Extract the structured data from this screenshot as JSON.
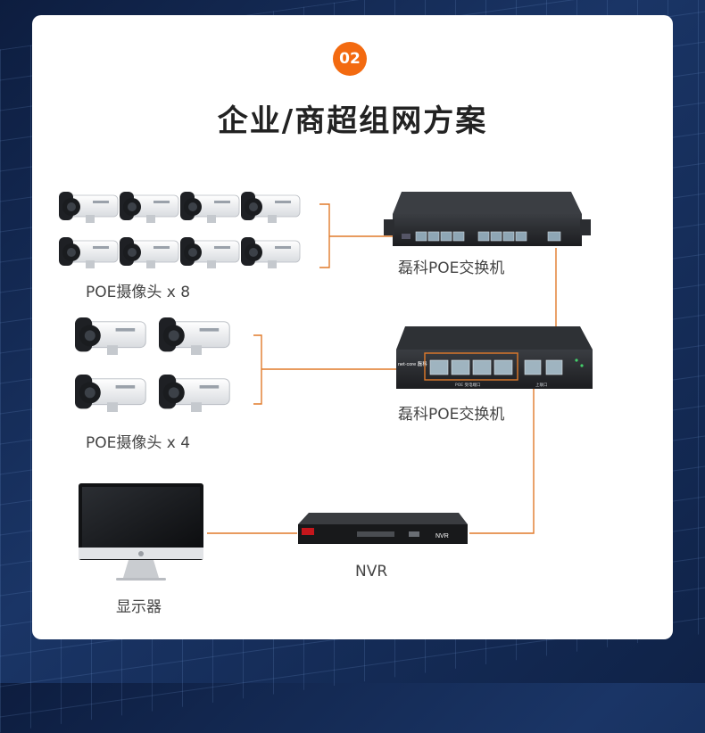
{
  "badge": "02",
  "title": "企业/商超组网方案",
  "labels": {
    "cameras_top": "POE摄像头 x 8",
    "cameras_bottom": "POE摄像头 x 4",
    "switch_top": "磊科POE交换机",
    "switch_bottom": "磊科POE交换机",
    "nvr": "NVR",
    "monitor": "显示器"
  },
  "device_text": {
    "switch_brand": "net·core 磊科",
    "switch_poe": "POE 受电端口",
    "switch_uplink": "上联口",
    "nvr_badge": "NVR"
  },
  "colors": {
    "accent": "#f36a10",
    "line": "#e07a2a"
  }
}
